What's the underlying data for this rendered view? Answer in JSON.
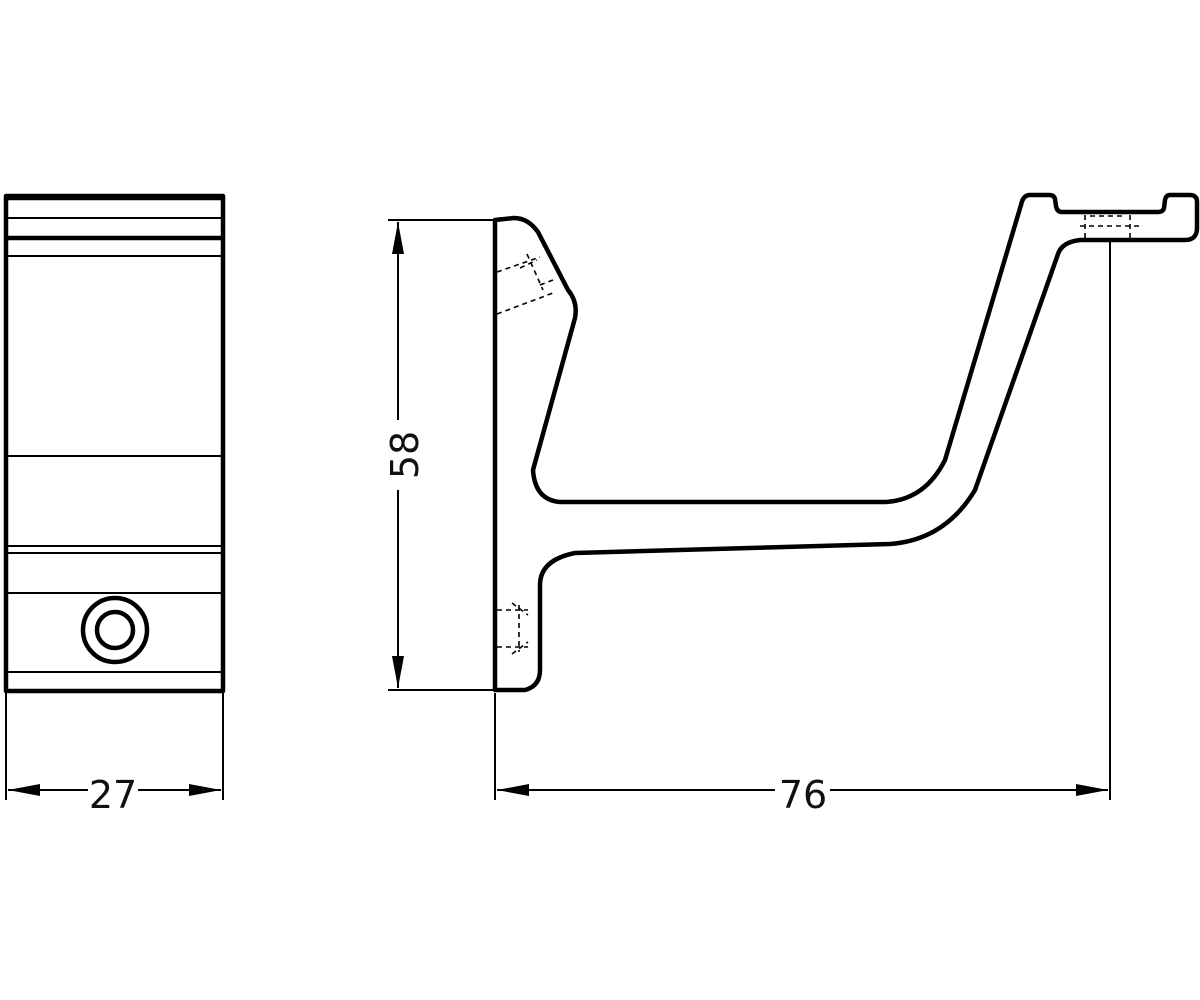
{
  "drawing": {
    "dimensions": {
      "front_width": "27",
      "side_height": "58",
      "side_length": "76"
    }
  }
}
